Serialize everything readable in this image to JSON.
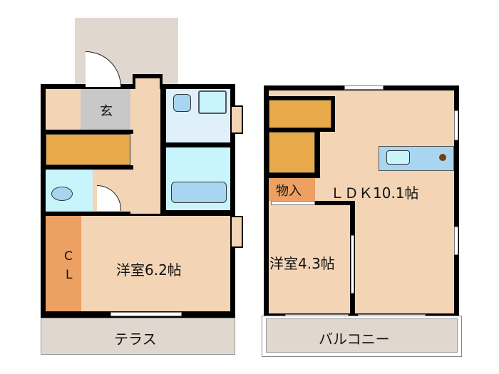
{
  "floor_plan": {
    "ground_floor": {
      "rooms": {
        "entrance": "玄",
        "western_room": "洋室6.2帖",
        "closet_c": "C",
        "closet_l": "L",
        "terrace": "テラス"
      }
    },
    "upper_floor": {
      "rooms": {
        "storage": "物入",
        "ldk": "ＬＤＫ10.1帖",
        "western_room": "洋室4.3帖",
        "balcony": "バルコニー"
      }
    },
    "colors": {
      "floor": "#f3d5b6",
      "exterior": "#e0d8cf",
      "stairs": "#e8a94a",
      "wet_area": "#c8f4fb",
      "closet": "#eca062",
      "wall": "#000000"
    }
  }
}
